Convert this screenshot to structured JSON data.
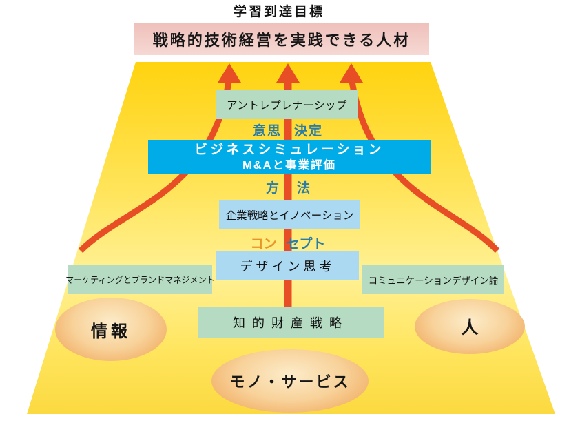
{
  "title": "学習到達目標",
  "goal": {
    "text": "戦略的技術経営を実践できる人材"
  },
  "curriculum": {
    "entrepreneurship": "アントレプレナーシップ",
    "decision": {
      "part1": "意思",
      "part2": "決定"
    },
    "business_simulation": {
      "line1": "ビジネスシミュレーション",
      "line2": "M&Aと事業評価"
    },
    "method": {
      "part1": "方",
      "part2": "法"
    },
    "corporate_strategy": "企業戦略とイノベーション",
    "concept": {
      "part1": "コン",
      "part2": "セプト"
    },
    "design_thinking": "デザイン思考",
    "marketing": "マーケティングとブランドマネジメント",
    "communication_design": "コミュニケーションデザイン論",
    "ip_strategy": "知的財産戦略"
  },
  "resources": {
    "information": "情報",
    "people": "人",
    "goods_services": "モノ・サービス"
  },
  "colors": {
    "goal_bg_top": "#efc0bb",
    "goal_bg_bottom": "#f6d8d3",
    "trap_top": "#ffd30f",
    "trap_mid": "#ffe55e",
    "trap_light": "#fff195",
    "trap_bottom": "#fbd940",
    "arrow": "#e84e25",
    "green_box": "#b5dcc2",
    "cyan_box": "#00ace8",
    "lightblue_box": "#abd9f2",
    "label_blue": "#2b7da6",
    "label_orange": "#e89428",
    "ellipse_light": "#fcecca",
    "ellipse_mid": "#f8d29a",
    "ellipse_edge": "#ee9f4e"
  }
}
